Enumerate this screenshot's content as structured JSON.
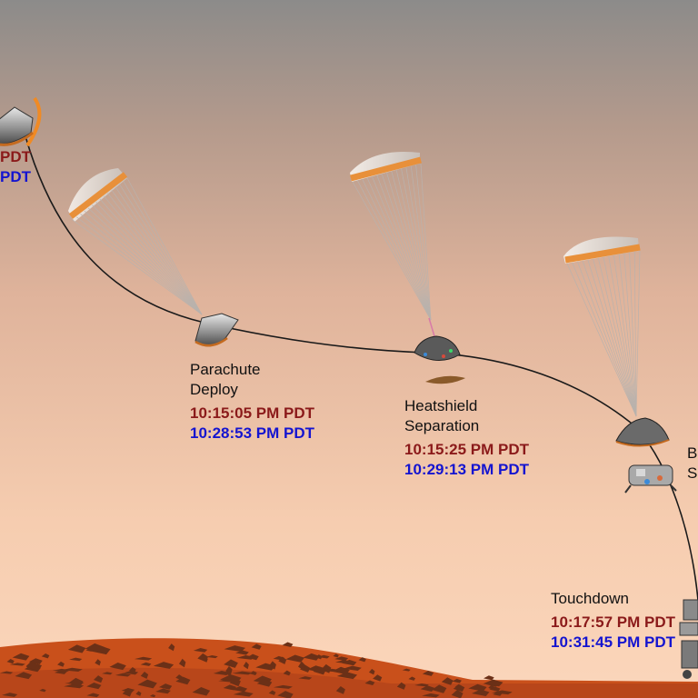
{
  "colors": {
    "sky_top": "#8a8a8a",
    "sky_mid": "#c9a593",
    "sky_bottom": "#f9d1b3",
    "ground": "#d2581e",
    "rock": "#6e3318",
    "time_a": "#8b1a1a",
    "time_b": "#1414d0",
    "trajectory": "#1a1a1a"
  },
  "stages": [
    {
      "id": "entry",
      "title_lines": [
        "",
        ""
      ],
      "time_a": "PDT",
      "time_b": "PDT",
      "icon": "entry-capsule-icon"
    },
    {
      "id": "parachute-deploy",
      "title_lines": [
        "Parachute",
        "Deploy"
      ],
      "time_a": "10:15:05 PM PDT",
      "time_b": "10:28:53 PM PDT",
      "icon": "parachute-icon"
    },
    {
      "id": "heatshield-separation",
      "title_lines": [
        "Heatshield",
        "Separation"
      ],
      "time_a": "10:15:25 PM PDT",
      "time_b": "10:29:13 PM PDT",
      "icon": "parachute-icon"
    },
    {
      "id": "backshell-separation",
      "title_lines": [
        "B",
        "S"
      ],
      "time_a": "",
      "time_b": "",
      "icon": "descent-stage-icon"
    },
    {
      "id": "touchdown",
      "title_lines": [
        "Touchdown",
        ""
      ],
      "time_a": "10:17:57 PM PDT",
      "time_b": "10:31:45 PM PDT",
      "icon": "rover-icon"
    }
  ]
}
